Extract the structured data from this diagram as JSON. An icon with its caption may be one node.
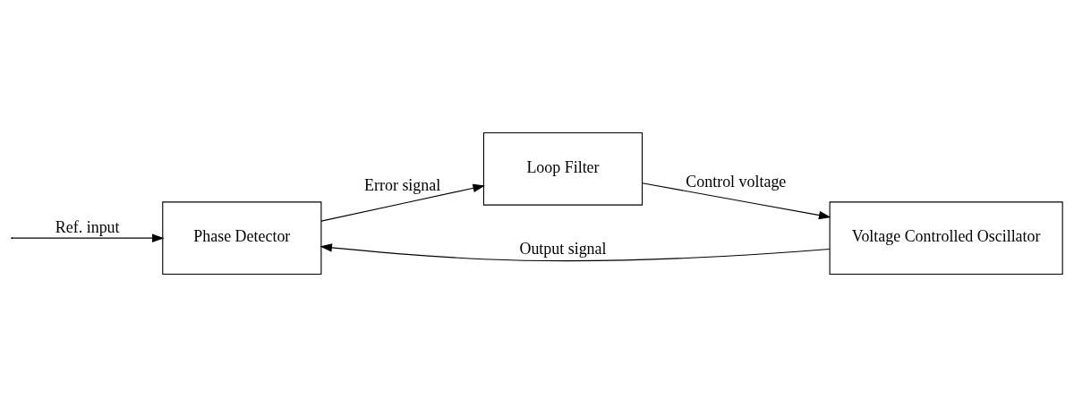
{
  "diagram": {
    "nodes": [
      {
        "text": [
          "Phase Detector"
        ]
      },
      {
        "text": [
          "Loop Filter"
        ]
      },
      {
        "text": [
          "Voltage Controlled Oscillator"
        ]
      }
    ],
    "edges": [
      {
        "from": null,
        "to": 0,
        "arrow": "to",
        "label": "Ref. input"
      },
      {
        "from": 0,
        "to": 1,
        "arrow": "to",
        "label": "Error signal"
      },
      {
        "from": 1,
        "to": 2,
        "arrow": "to",
        "label": "Control voltage"
      },
      {
        "from": 2,
        "to": 0,
        "arrow": "to",
        "label": "Output signal"
      }
    ]
  }
}
